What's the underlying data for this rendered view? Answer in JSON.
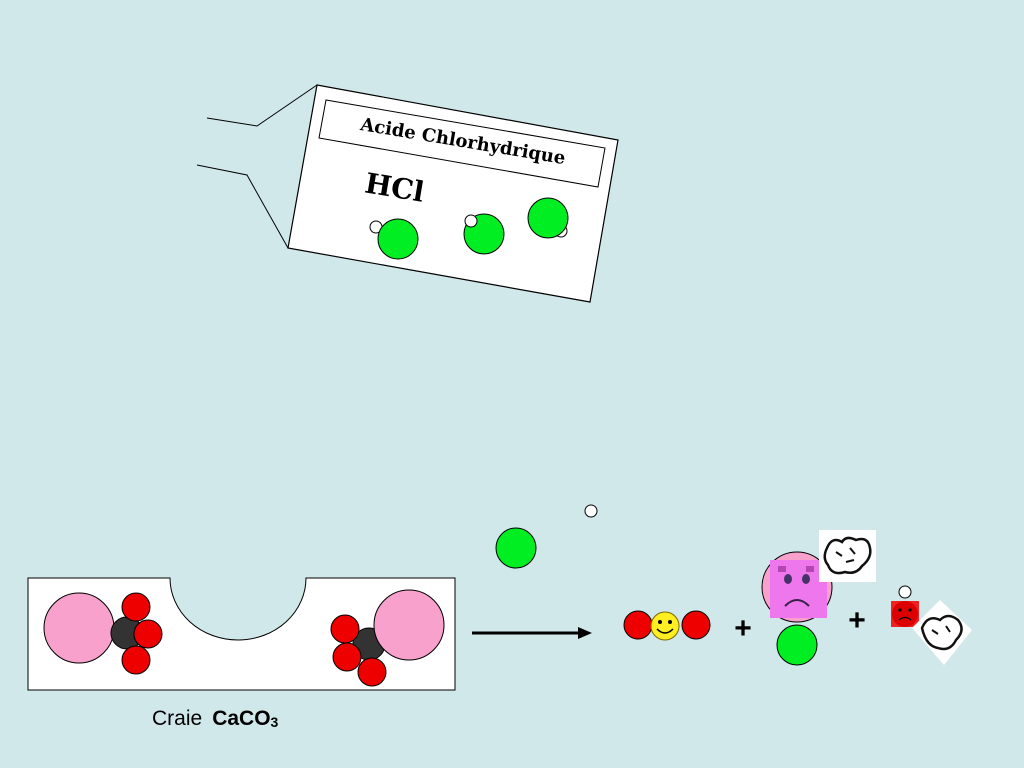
{
  "bottle": {
    "label": "Acide Chlorhydrique",
    "formula": "HCl"
  },
  "chalk": {
    "label": "Craie",
    "formula_main": "CaCO",
    "formula_sub": "3"
  },
  "reaction": {
    "plus_1": "+",
    "plus_2": "+"
  },
  "colors": {
    "background": "#d1e8ea",
    "chlorine": "#00ee22",
    "hydrogen": "#ffffff",
    "oxygen": "#ee0000",
    "carbon": "#333333",
    "calcium": "#f7a1cc"
  }
}
